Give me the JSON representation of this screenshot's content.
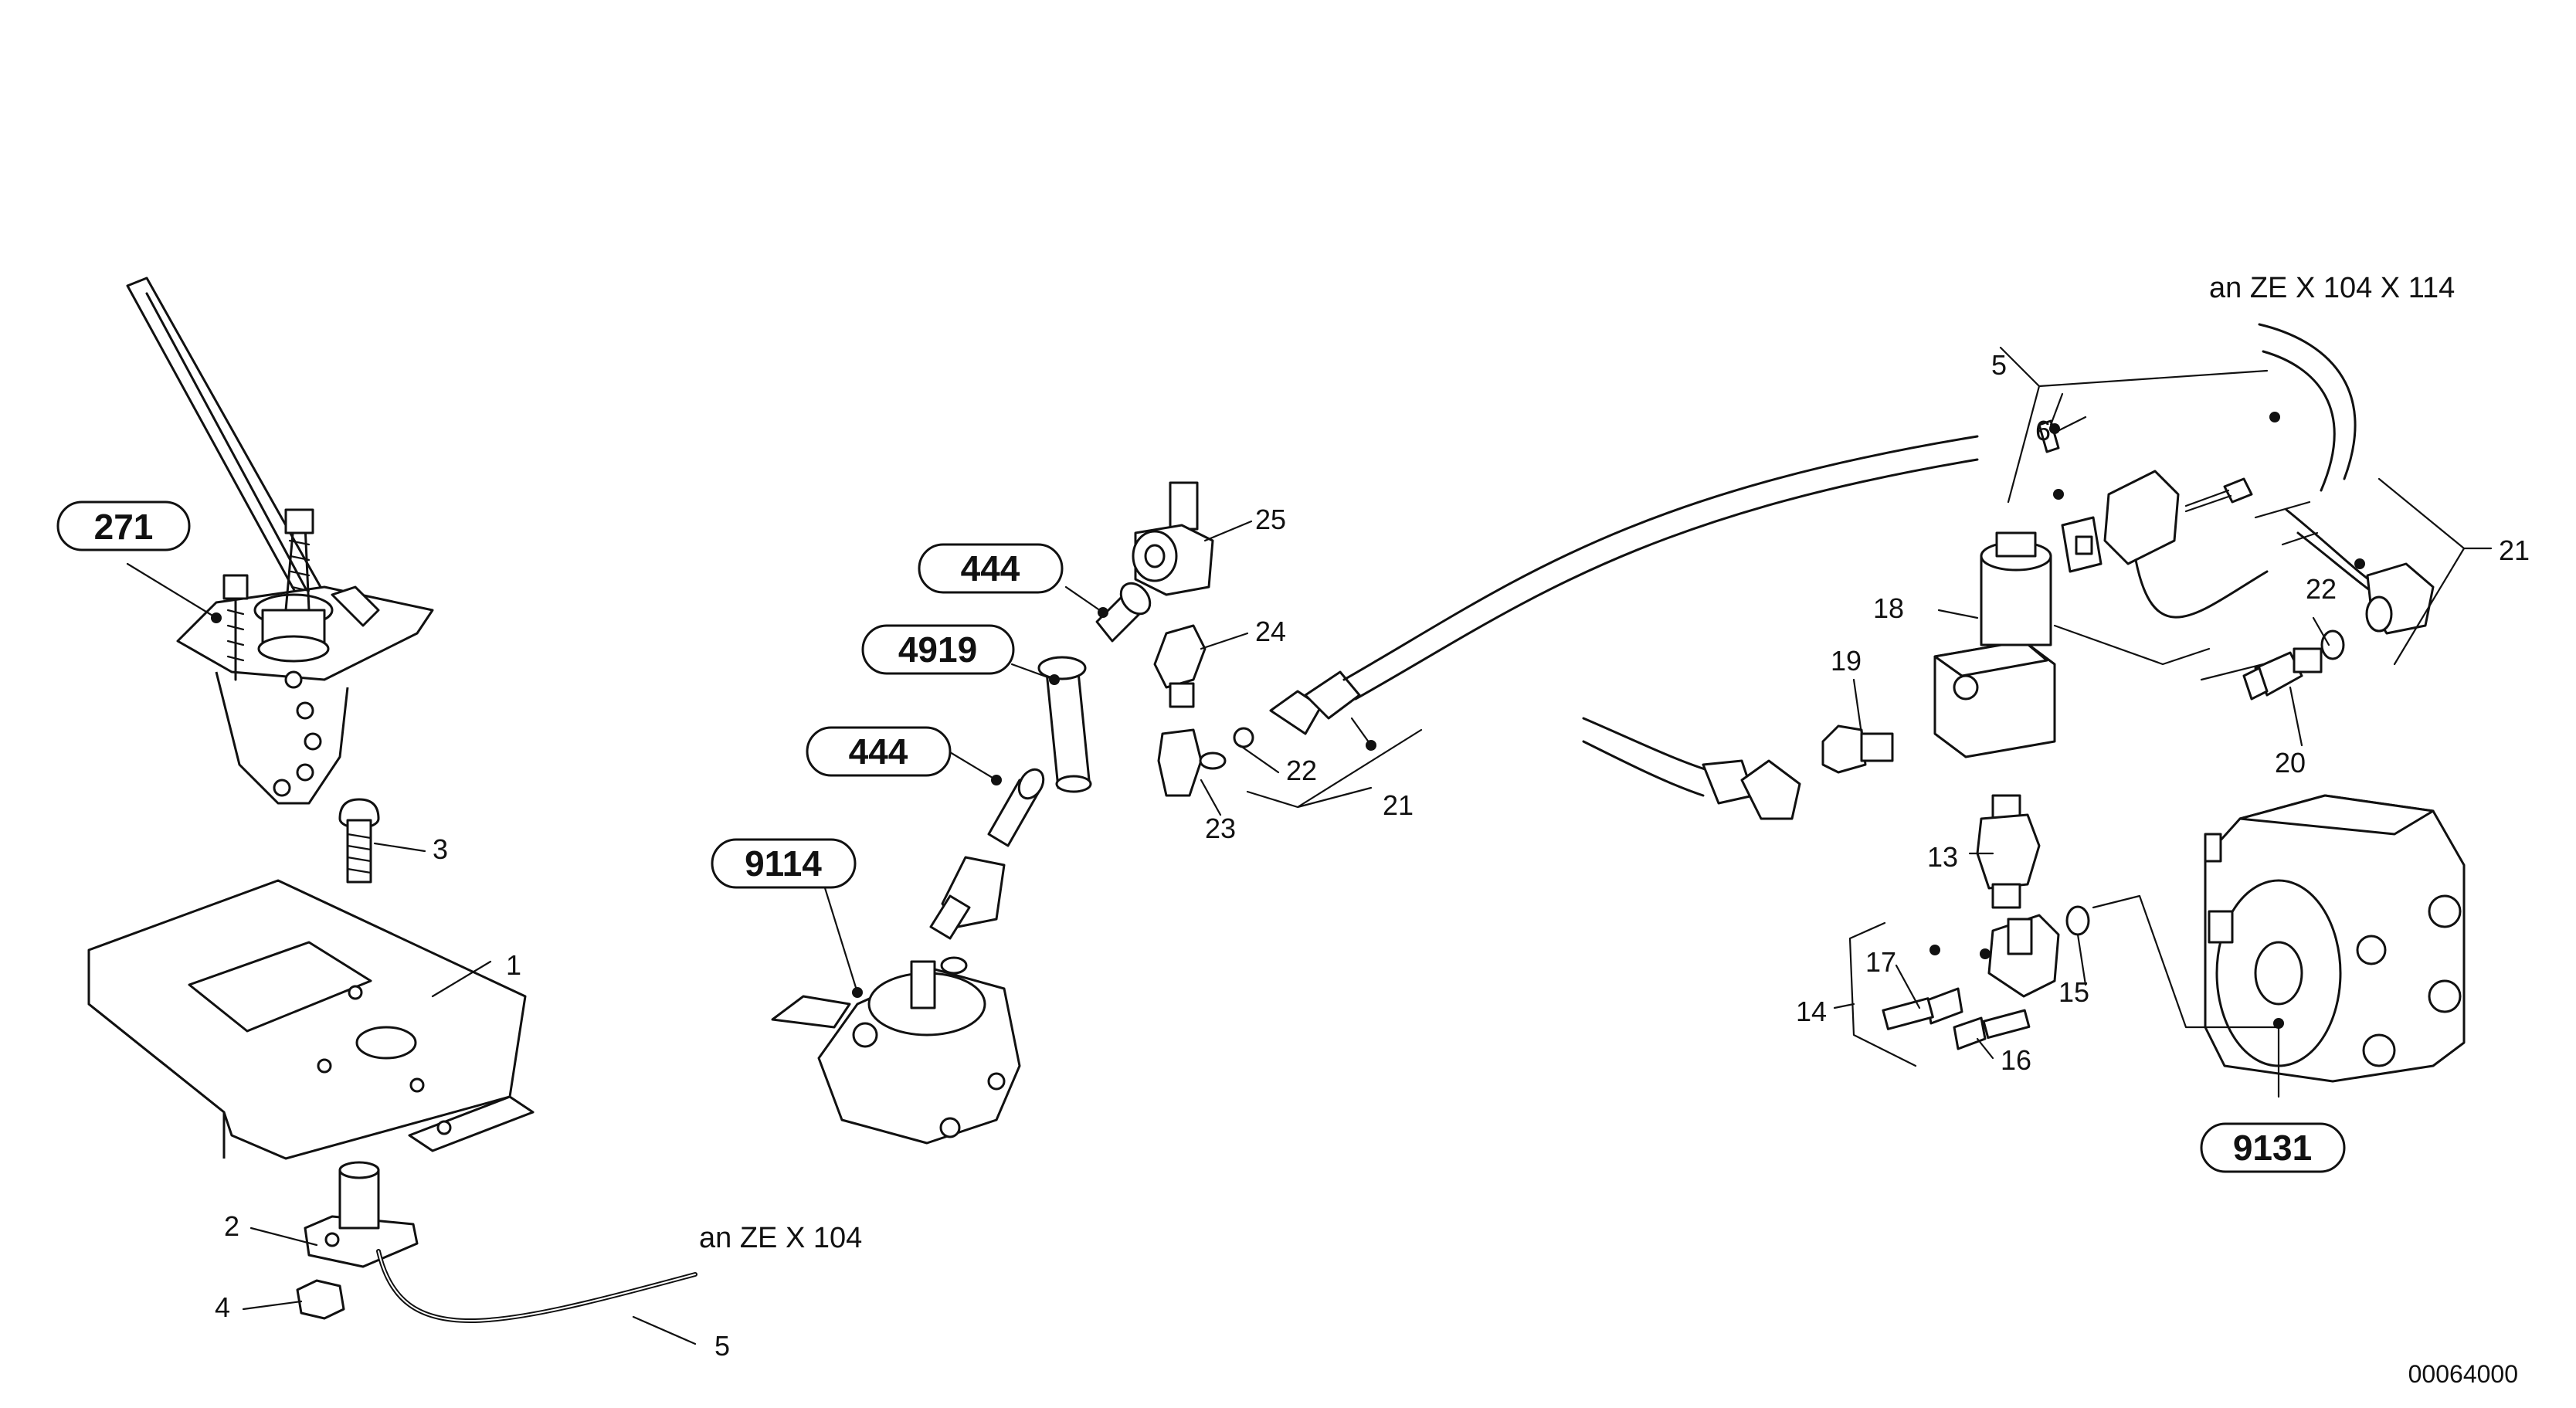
{
  "callouts": {
    "c1": "1",
    "c2": "2",
    "c3": "3",
    "c4": "4",
    "c5_bottom": "5",
    "c5_top": "5",
    "c6": "6",
    "c13": "13",
    "c14": "14",
    "c15": "15",
    "c16": "16",
    "c17": "17",
    "c18": "18",
    "c19": "19",
    "c20": "20",
    "c21_mid": "21",
    "c21_right": "21",
    "c22_mid": "22",
    "c22_right": "22",
    "c23": "23",
    "c24": "24",
    "c25": "25"
  },
  "references": {
    "r271": "271",
    "r444_a": "444",
    "r4919": "4919",
    "r444_b": "444",
    "r9114": "9114",
    "r9131": "9131"
  },
  "connection_labels": {
    "top_right": "an  ZE  X 104  X 114",
    "bottom_left": "an  ZE  X 104"
  },
  "document_number": "00064000"
}
